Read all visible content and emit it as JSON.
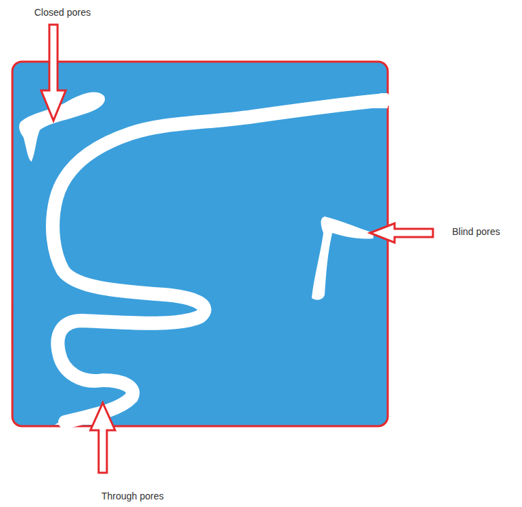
{
  "diagram": {
    "labels": [
      "Closed pores",
      "Blind pores",
      "Through pores"
    ]
  }
}
